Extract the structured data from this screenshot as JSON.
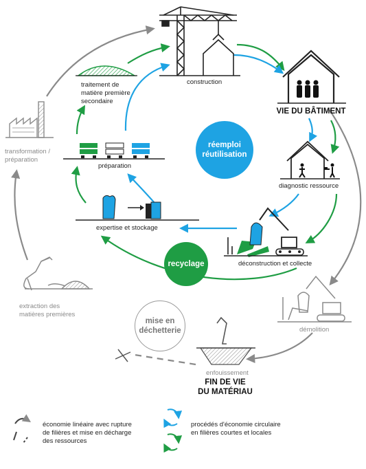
{
  "colors": {
    "blue": "#1ea3e3",
    "green": "#1f9d44",
    "gray": "#8a8a8a",
    "dark": "#222222"
  },
  "labels": {
    "construction": "construction",
    "vie_batiment": "VIE DU BÂTIMENT",
    "traitement": [
      "traitement de",
      "matière première",
      "secondaire"
    ],
    "transformation": [
      "transformation /",
      "préparation"
    ],
    "preparation": "préparation",
    "diagnostic": "diagnostic ressource",
    "expertise": "expertise et stockage",
    "deconstruction": "déconstruction et collecte",
    "extraction": [
      "extraction des",
      "matières premières"
    ],
    "demolition": "démolition",
    "enfouissement": "enfouissement",
    "fin_de_vie": [
      "FIN DE VIE",
      "DU MATÉRIAU"
    ]
  },
  "bubbles": {
    "reemploi": [
      "réemploi",
      "réutilisation"
    ],
    "recyclage": "recyclage",
    "dechetterie": [
      "mise en",
      "déchetterie"
    ]
  },
  "legend": {
    "lineaire": [
      "économie linéaire avec rupture",
      "de filières et mise en décharge",
      "des ressources"
    ],
    "circulaire": [
      "procédés d'économie circulaire",
      "en filières courtes et locales"
    ]
  }
}
